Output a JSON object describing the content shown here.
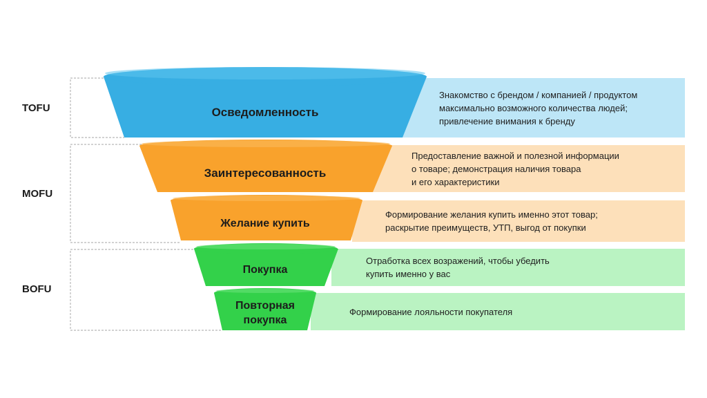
{
  "colors": {
    "tofu_funnel": "#37aee3",
    "tofu_box": "#bde6f7",
    "mofu_funnel": "#f9a22c",
    "mofu_box": "#fde0ba",
    "bofu_funnel": "#33d14a",
    "bofu_box": "#baf3c2",
    "bracket": "#b7b7b7"
  },
  "stages": [
    {
      "label": "TOFU"
    },
    {
      "label": "MOFU"
    },
    {
      "label": "BOFU"
    }
  ],
  "funnel": [
    {
      "label": "Осведомленность",
      "description": "Знакомство с брендом / компанией / продуктом\nмаксимально возможного количества людей;\nпривлечение внимания к бренду"
    },
    {
      "label": "Заинтересованность",
      "description": "Предоставление важной и полезной информации\nо товаре; демонстрация наличия товара\nи его характеристики"
    },
    {
      "label": "Желание купить",
      "description": "Формирование желания купить именно этот товар;\nраскрытие преимуществ, УТП, выгод от покупки"
    },
    {
      "label": "Покупка",
      "description": "Отработка всех возражений, чтобы убедить\nкупить именно у вас"
    },
    {
      "label": "Повторная\nпокупка",
      "description": "Формирование лояльности покупателя"
    }
  ]
}
